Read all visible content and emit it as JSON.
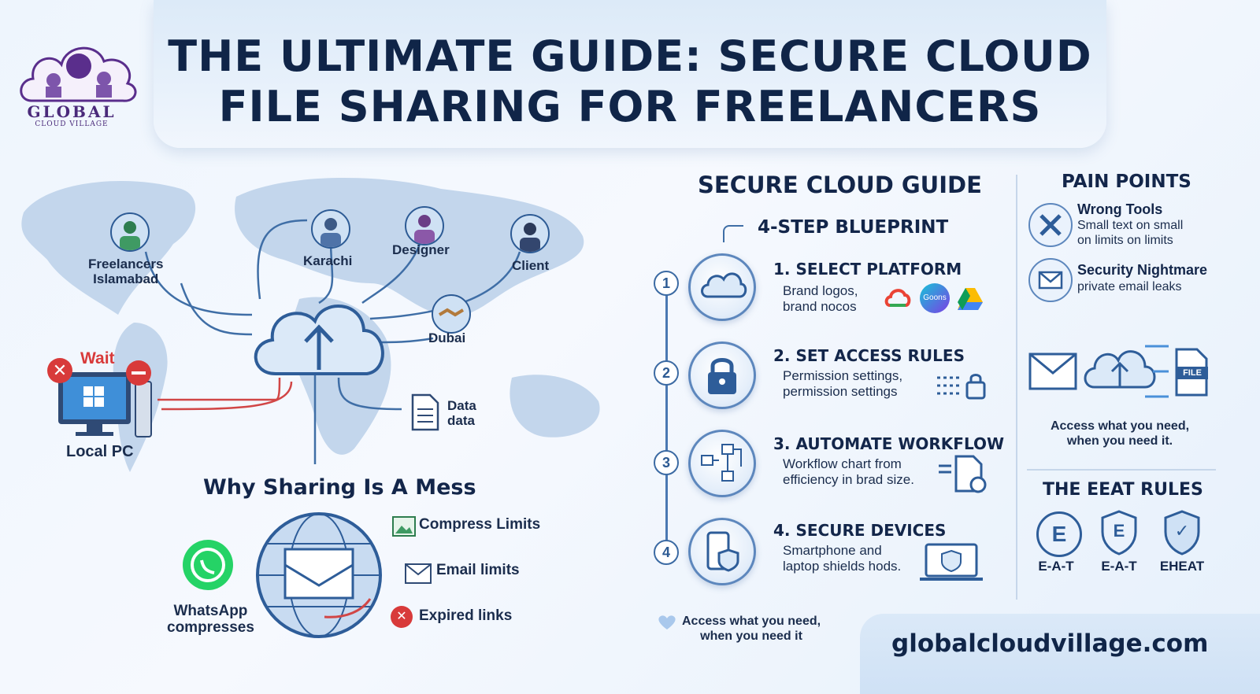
{
  "header": {
    "title_line1": "THE ULTIMATE GUIDE: SECURE CLOUD",
    "title_line2": "FILE SHARING FOR FREELANCERS"
  },
  "logo": {
    "name": "GLOBAL",
    "tagline": "CLOUD VILLAGE"
  },
  "map": {
    "nodes": [
      {
        "label": "Freelancers\nIslamabad",
        "icon": "freelancer-avatar-icon"
      },
      {
        "label": "Karachi",
        "icon": "person-avatar-icon"
      },
      {
        "label": "Designer",
        "icon": "designer-avatar-icon"
      },
      {
        "label": "Client",
        "icon": "client-avatar-icon"
      },
      {
        "label": "Dubai",
        "icon": "handshake-icon"
      }
    ],
    "local_pc": {
      "label": "Local PC",
      "wait_label": "Wait"
    },
    "data_label": "Data\ndata"
  },
  "mess": {
    "title": "Why Sharing Is A Mess",
    "whatsapp_label": "WhatsApp\ncompresses",
    "items": [
      {
        "label": "Compress Limits",
        "icon": "image-icon"
      },
      {
        "label": "Email limits",
        "icon": "envelope-icon"
      },
      {
        "label": "Expired links",
        "icon": "x-circle-icon"
      }
    ]
  },
  "guide": {
    "title": "SECURE CLOUD GUIDE",
    "subtitle": "4-STEP BLUEPRINT",
    "steps": [
      {
        "num": "1",
        "title": "1. SELECT PLATFORM",
        "desc": "Brand logos,\nbrand nocos",
        "icon": "cloud-icon",
        "badge": "Goons"
      },
      {
        "num": "2",
        "title": "2. SET ACCESS RULES",
        "desc": "Permission settings,\npermission settings",
        "icon": "padlock-icon"
      },
      {
        "num": "3",
        "title": "3. AUTOMATE WORKFLOW",
        "desc": "Workflow chart from\nefficiency in brad size.",
        "icon": "flowchart-icon"
      },
      {
        "num": "4",
        "title": "4. SECURE DEVICES",
        "desc": "Smartphone and\nlaptop shields hods.",
        "icon": "phone-shield-icon"
      }
    ],
    "footer_note": "Access what you need,\nwhen you need it"
  },
  "pain_points": {
    "title": "PAIN POINTS",
    "items": [
      {
        "title": "Wrong Tools",
        "desc": "Small text on small\non limits on limits",
        "icon": "tools-icon"
      },
      {
        "title": "Security Nightmare",
        "desc": "private email leaks",
        "icon": "envelope-icon"
      }
    ],
    "flow_file_label": "FILE",
    "flow_caption": "Access what you need,\nwhen you need it."
  },
  "eeat": {
    "title": "THE EEAT RULES",
    "badges": [
      {
        "label": "E-A-T",
        "letter": "E"
      },
      {
        "label": "E-A-T",
        "letter": "E"
      },
      {
        "label": "EHEAT",
        "letter": "✓"
      }
    ]
  },
  "footer": {
    "url": "globalcloudvillage.com"
  },
  "colors": {
    "navy": "#102548",
    "accent_blue": "#3b6aa3",
    "alert_red": "#d83a3a",
    "whatsapp_green": "#25d366"
  }
}
